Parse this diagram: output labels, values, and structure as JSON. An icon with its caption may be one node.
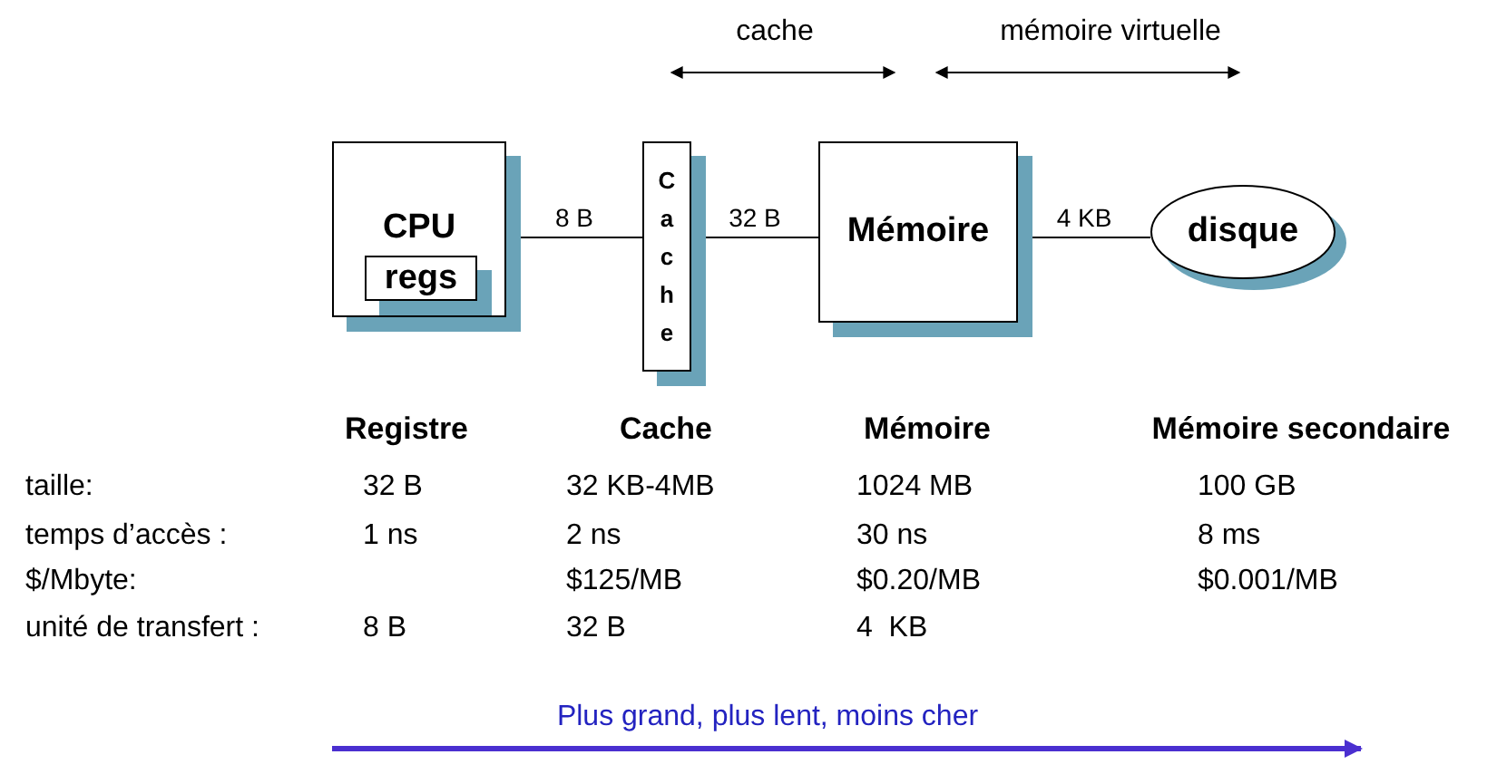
{
  "diagram": {
    "nodes": [
      {
        "text": [
          "CPU"
        ]
      },
      {
        "text": [
          "regs"
        ],
        "in": 0
      },
      {
        "text": [
          "Cache"
        ]
      },
      {
        "text": [
          "Mémoire"
        ]
      },
      {
        "text": [
          "disque"
        ]
      }
    ],
    "edges": [
      {
        "from": 0,
        "to": 2,
        "label": "8 B",
        "arrow": "none"
      },
      {
        "from": 2,
        "to": 3,
        "label": "32 B",
        "arrow": "none"
      },
      {
        "from": 3,
        "to": 4,
        "label": "4 KB",
        "arrow": "none"
      }
    ],
    "labels": [
      "cache",
      "mémoire virtuelle",
      "Registre",
      "Cache",
      "Mémoire",
      "Mémoire secondaire",
      "taille:",
      "32 B",
      "32 KB-4MB",
      "1024 MB",
      "100 GB",
      "temps d’accès :",
      "1 ns",
      "2 ns",
      "30 ns",
      "8 ms",
      "$/Mbyte:",
      "$125/MB",
      "$0.20/MB",
      "$0.001/MB",
      "unité de transfert :",
      "8 B",
      "32 B",
      "4  KB",
      "Plus grand, plus lent, moins cher"
    ]
  }
}
